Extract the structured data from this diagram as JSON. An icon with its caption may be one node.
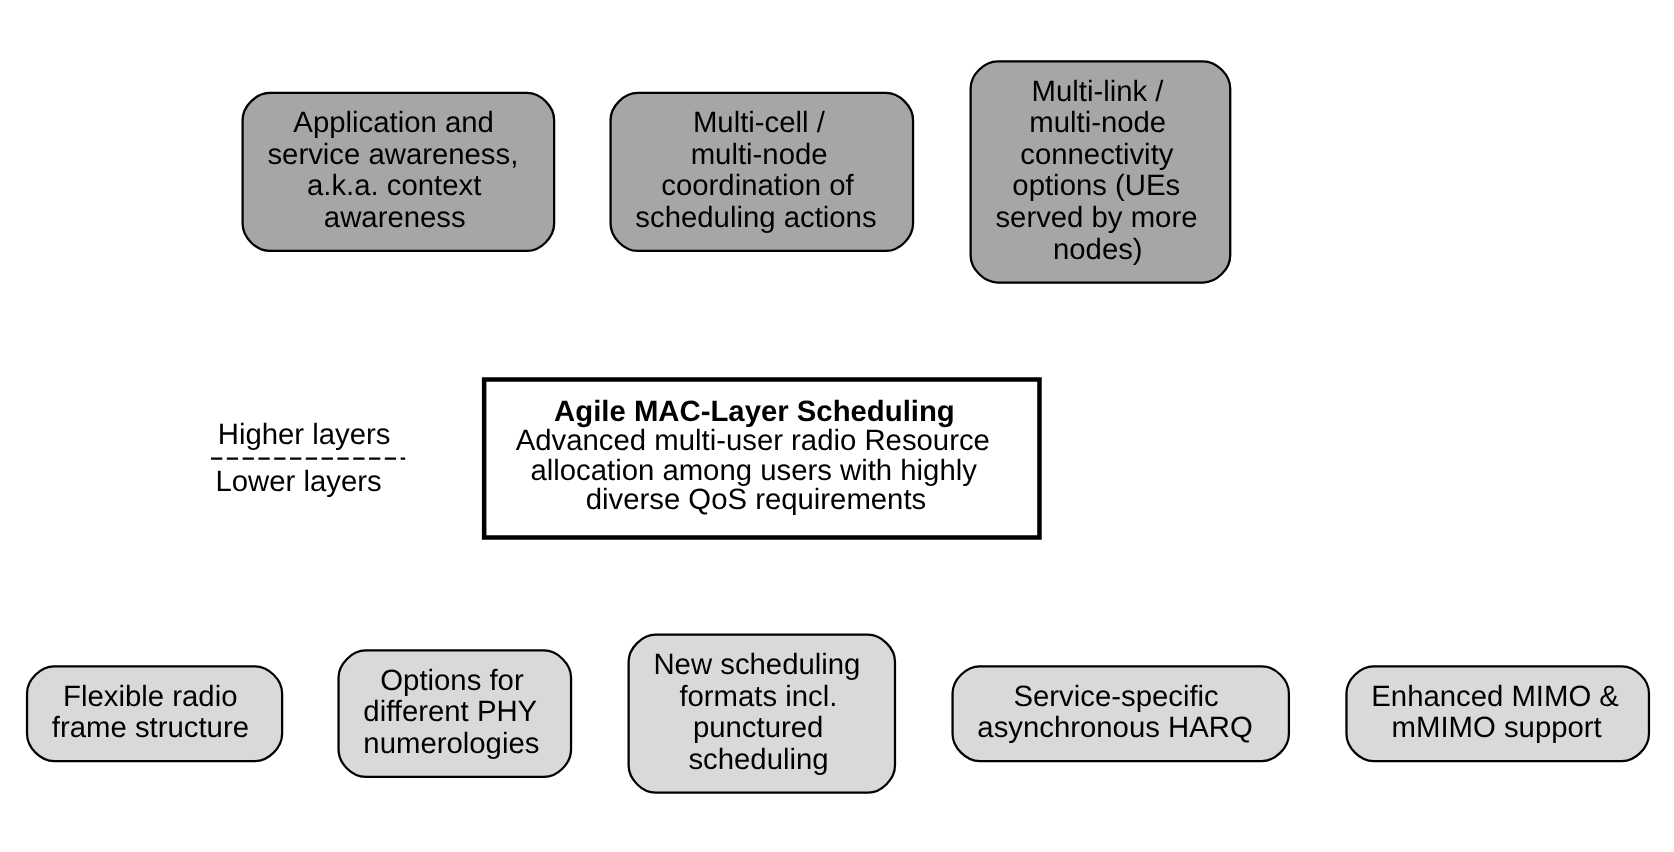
{
  "diagram": {
    "nodes": [
      {
        "text": [
          "Application and service awareness, a.k.a. context awareness"
        ]
      },
      {
        "text": [
          "Multi-cell / multi-node coordination of scheduling actions"
        ]
      },
      {
        "text": [
          "Multi-link / multi-node connectivity options (UEs served by more nodes)"
        ]
      },
      {
        "text": [
          "Agile MAC-Layer Scheduling",
          "Advanced multi-user radio Resource allocation among users with highly diverse QoS requirements"
        ]
      },
      {
        "text": [
          "Flexible radio frame structure"
        ]
      },
      {
        "text": [
          "Options for different PHY numerologies"
        ]
      },
      {
        "text": [
          "New scheduling formats incl. punctured scheduling"
        ]
      },
      {
        "text": [
          "Service-specific asynchronous HARQ"
        ]
      },
      {
        "text": [
          "Enhanced MIMO & mMIMO support"
        ]
      }
    ],
    "labels": [
      "Higher layers",
      "Lower layers"
    ]
  }
}
